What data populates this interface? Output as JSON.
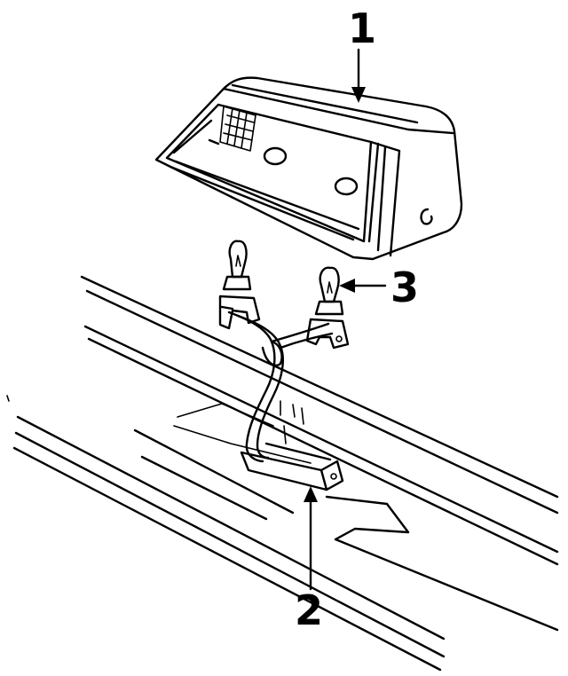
{
  "callouts": {
    "part_1": "1",
    "part_2": "2",
    "part_3": "3"
  },
  "colors": {
    "ink": "#000000",
    "background": "#ffffff"
  }
}
